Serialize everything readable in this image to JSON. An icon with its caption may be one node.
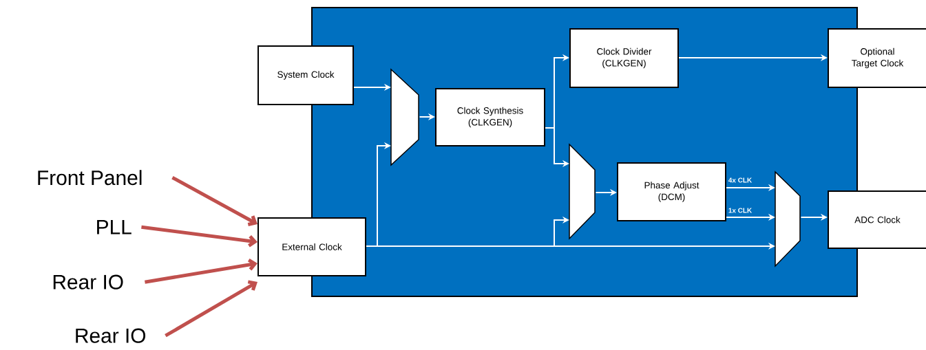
{
  "diagram": {
    "nodes": [
      {
        "text": [],
        "shape": "box"
      },
      {
        "text": [
          "System Clock"
        ]
      },
      {
        "text": [],
        "shape": "trapezoid",
        "in": 0
      },
      {
        "text": [
          "Clock Synthesis (CLKGEN)"
        ],
        "in": 0
      },
      {
        "text": [
          "Clock Divider (CLKGEN)"
        ],
        "in": 0
      },
      {
        "text": [
          "Optional Target Clock"
        ]
      },
      {
        "text": [],
        "shape": "trapezoid",
        "in": 0
      },
      {
        "text": [
          "Phase Adjust (DCM)"
        ],
        "in": 0
      },
      {
        "text": [],
        "shape": "trapezoid",
        "in": 0
      },
      {
        "text": [
          "ADC Clock"
        ]
      },
      {
        "text": [
          "External Clock"
        ]
      },
      {
        "text": [
          "Front Panel"
        ]
      },
      {
        "text": [
          "PLL"
        ]
      },
      {
        "text": [
          "Rear IO"
        ]
      },
      {
        "text": [
          "Rear IO"
        ]
      }
    ],
    "edges": [
      {
        "from": 1,
        "to": 2,
        "arrow": "to"
      },
      {
        "from": 10,
        "to": 2,
        "arrow": "to"
      },
      {
        "from": 2,
        "to": 3,
        "arrow": "to"
      },
      {
        "from": 3,
        "to": 4,
        "arrow": "to"
      },
      {
        "from": 3,
        "to": 6,
        "arrow": "to"
      },
      {
        "from": 10,
        "to": 6,
        "arrow": "to"
      },
      {
        "from": 6,
        "to": 7,
        "arrow": "to"
      },
      {
        "from": 7,
        "to": 8,
        "arrow": "to",
        "label": "4x CLK"
      },
      {
        "from": 7,
        "to": 8,
        "arrow": "to",
        "label": "1x CLK"
      },
      {
        "from": 10,
        "to": 8,
        "arrow": "to"
      },
      {
        "from": 8,
        "to": 9,
        "arrow": "to"
      },
      {
        "from": 4,
        "to": 5,
        "arrow": "to"
      },
      {
        "from": 11,
        "to": 10,
        "arrow": "to",
        "style": "thick",
        "color": "#c0504d"
      },
      {
        "from": 12,
        "to": 10,
        "arrow": "to",
        "style": "thick",
        "color": "#c0504d"
      },
      {
        "from": 13,
        "to": 10,
        "arrow": "to",
        "style": "thick",
        "color": "#c0504d"
      },
      {
        "from": 14,
        "to": 10,
        "arrow": "to",
        "style": "thick",
        "color": "#c0504d"
      }
    ]
  }
}
